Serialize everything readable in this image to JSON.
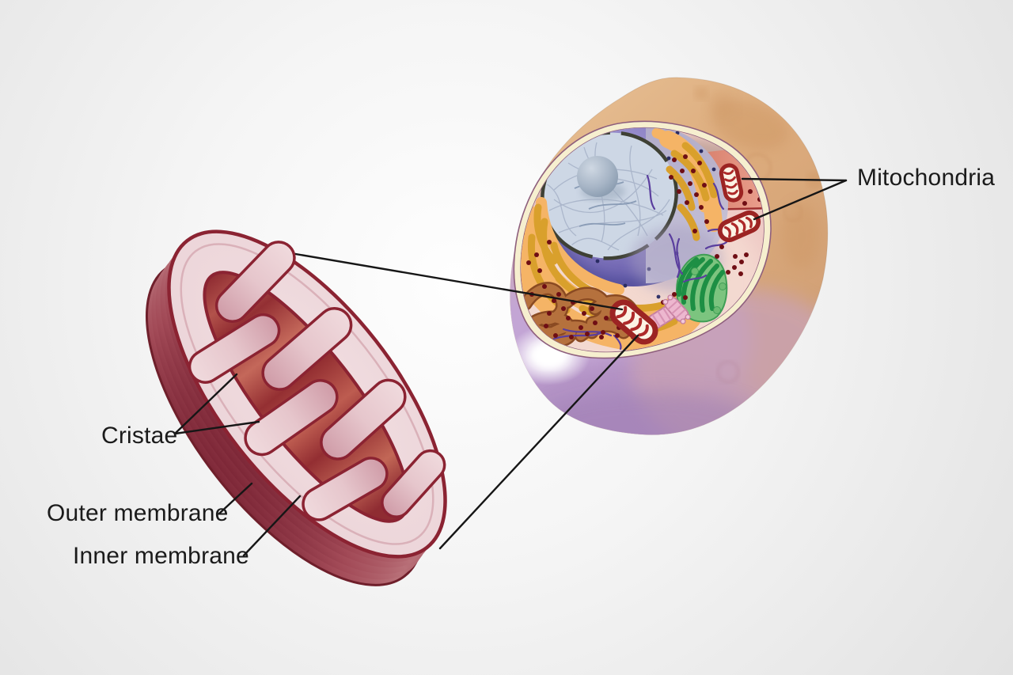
{
  "figure": {
    "panels": [
      "animal-cell-cutaway",
      "mitochondrion-cross-section"
    ]
  },
  "labels": {
    "mitochondria": "Mitochondria",
    "cristae": "Cristae",
    "outer_membrane": "Outer membrane",
    "inner_membrane": "Inner membrane"
  },
  "colors": {
    "background": "#efefef",
    "label_text": "#1b1b1b",
    "pointer_line": "#161616",
    "cell_body_tan": "#dcab7c",
    "cell_body_purple": "#c0a0d2",
    "membrane_cream": "#f6efcf",
    "cytoplasm_pink": "#efcbc6",
    "cytoplasm_wedge_red": "#ce6f5a",
    "nucleus_purple": "#6a61ad",
    "nucleoplasm_blue": "#cdd7e5",
    "er_orange": "#f5b466",
    "er_yellow": "#d9a02c",
    "ribosome_red": "#6f0e14",
    "golgi_green": "#7cc47f",
    "golgi_green_dark": "#1d8f44",
    "smooth_er_brown": "#b5713d",
    "centriole_pink": "#edb7cf",
    "mitochondrion_outline": "#8b2332",
    "mitochondrion_matrix": "#a23a3c",
    "mitochondrion_pink": "#eed7da"
  }
}
